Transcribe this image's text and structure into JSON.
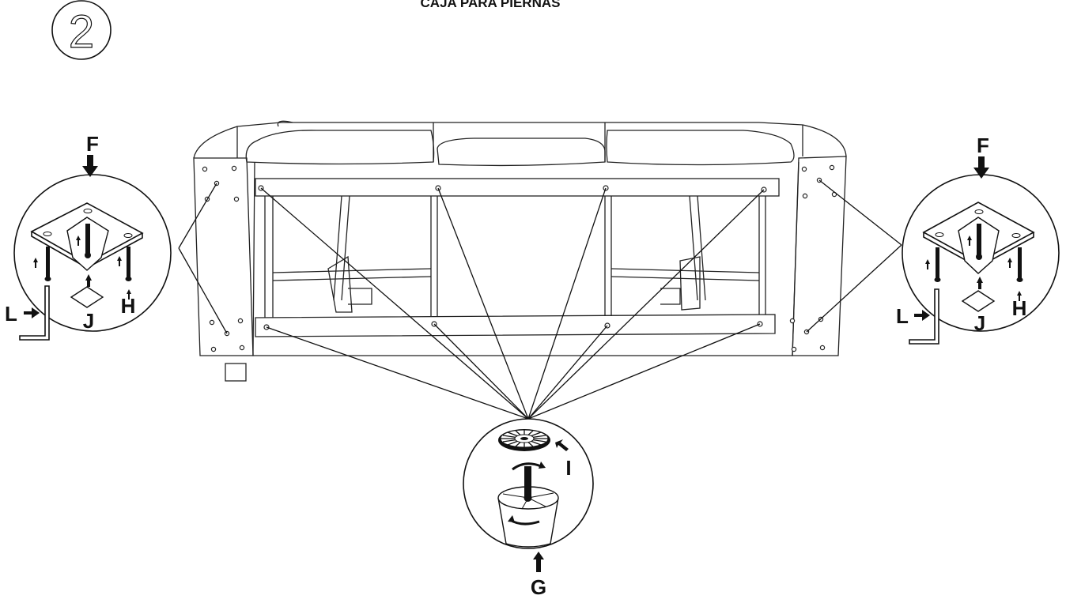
{
  "header": {
    "title": "CAJA PARA PIERNAS",
    "step": "2"
  },
  "labels": {
    "left_top": "F",
    "left_right": "H",
    "left_bottom": "J",
    "left_side": "L",
    "right_top": "F",
    "right_right": "H",
    "right_bottom": "J",
    "right_side": "L",
    "center_washer": "I",
    "center_bottom": "G"
  }
}
